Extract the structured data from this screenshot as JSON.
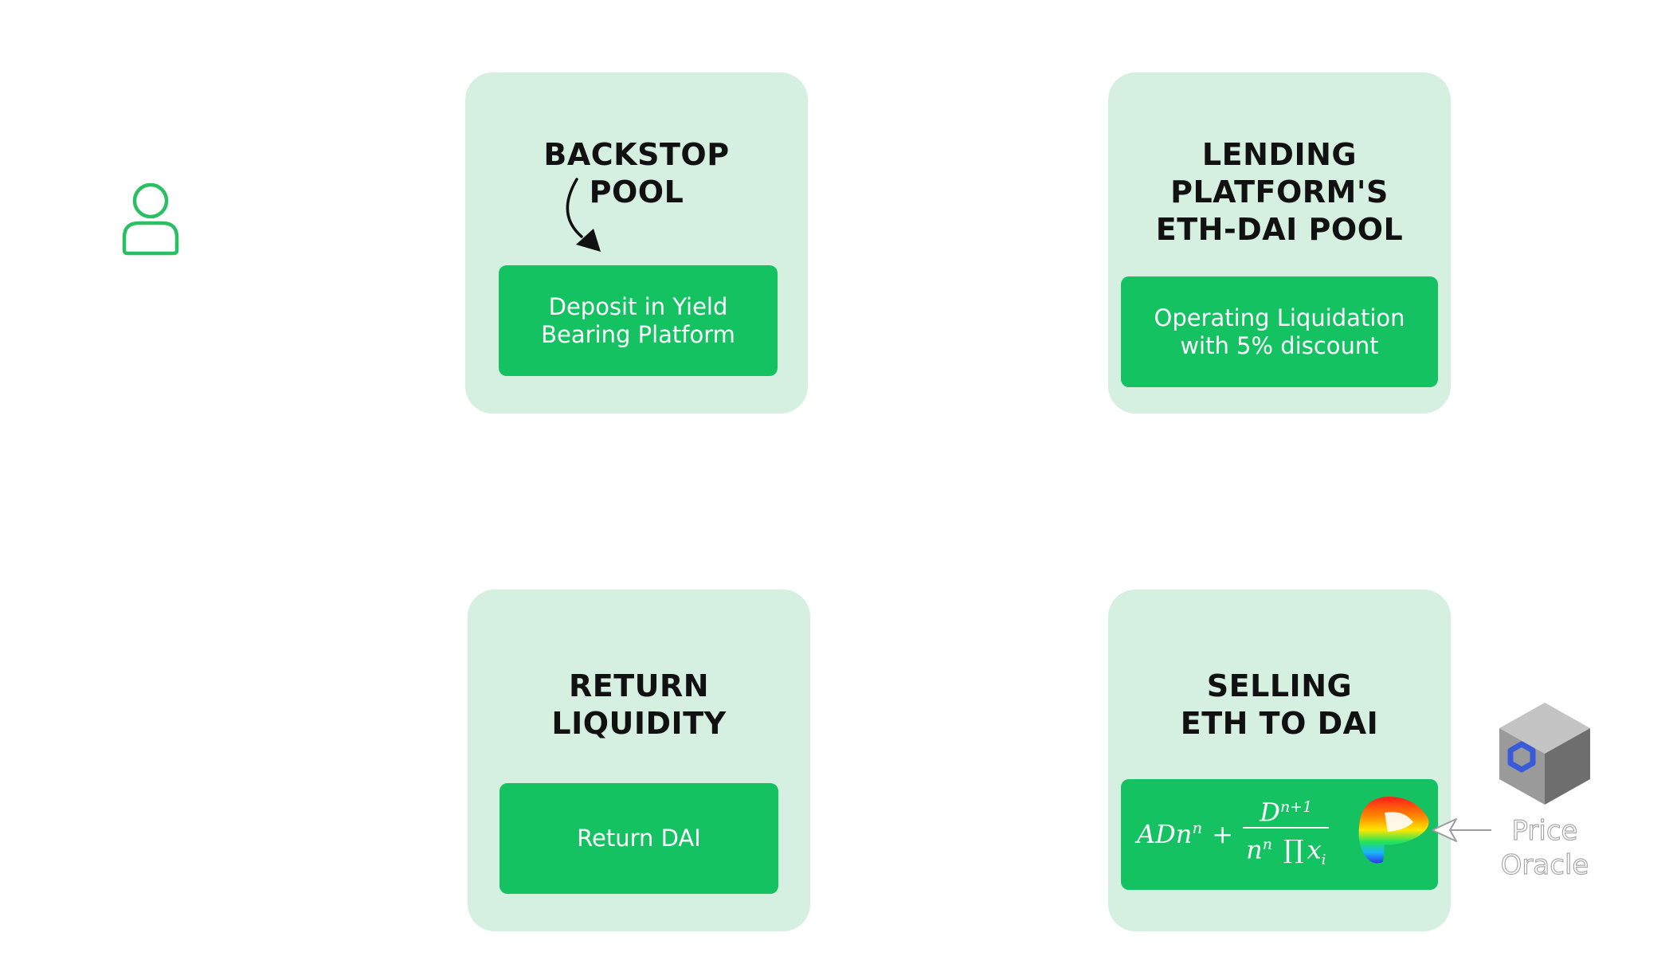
{
  "user": {
    "icon": "user-icon",
    "color": "#2bbf64"
  },
  "cards": {
    "backstop": {
      "title_lines": [
        "BACKSTOP",
        "POOL"
      ],
      "action_lines": [
        "Deposit in Yield",
        "Bearing Platform"
      ]
    },
    "lending": {
      "title_lines": [
        "LENDING",
        "PLATFORM'S",
        "ETH-DAI POOL"
      ],
      "action_lines": [
        "Operating Liquidation",
        "with 5% discount"
      ]
    },
    "return": {
      "title_lines": [
        "RETURN",
        "LIQUIDITY"
      ],
      "action_lines": [
        "Return DAI"
      ]
    },
    "selling": {
      "title_lines": [
        "SELLING",
        "ETH TO DAI"
      ],
      "formula": {
        "lhs": "ADn",
        "lhs_sup": "n",
        "plus": "+",
        "num": "D",
        "num_sup": "n+1",
        "den": "n",
        "den_sup": "n",
        "prod": "∏",
        "den_var": "x",
        "den_sub": "i"
      },
      "logo_icon": "curve-logo-icon"
    }
  },
  "oracle": {
    "label_lines": [
      "Price",
      "Oracle"
    ],
    "icon": "chainlink-cube-icon"
  },
  "colors": {
    "card_bg": "#d5f0e0",
    "action_bg": "#15c262",
    "title_text": "#111111",
    "action_text": "#ffffff",
    "oracle_link": "#3a5bd9"
  }
}
